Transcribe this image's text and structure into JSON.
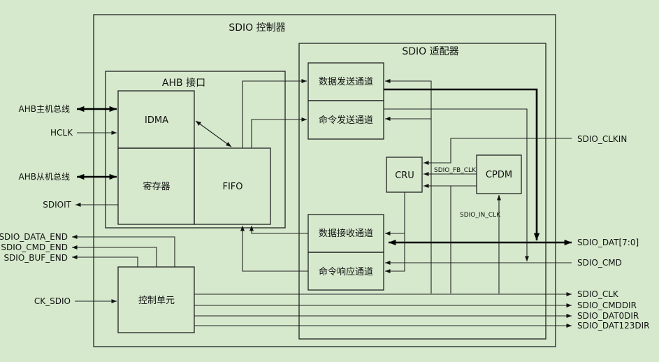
{
  "controller": {
    "title": "SDIO 控制器"
  },
  "adapter": {
    "title": "SDIO 适配器"
  },
  "ahb": {
    "title": "AHB 接口",
    "idma": "IDMA",
    "register": "寄存器",
    "fifo": "FIFO"
  },
  "channels": {
    "data_tx": "数据发送通道",
    "cmd_tx": "命令发送通道",
    "data_rx": "数据接收通道",
    "cmd_rsp": "命令响应通道"
  },
  "cru": "CRU",
  "cpdm": "CPDM",
  "control_unit": "控制单元",
  "internal_signals": {
    "fb_clk": "SDIO_FB_CLK",
    "in_clk": "SDIO_IN_CLK"
  },
  "left_signals": {
    "ahb_master_bus": "AHB主机总线",
    "hclk": "HCLK",
    "ahb_slave_bus": "AHB从机总线",
    "sdioit": "SDIOIT",
    "data_end": "SDIO_DATA_END",
    "cmd_end": "SDIO_CMD_END",
    "buf_end": "SDIO_BUF_END",
    "ck_sdio": "CK_SDIO"
  },
  "right_signals": {
    "clkin": "SDIO_CLKIN",
    "dat": "SDIO_DAT[7:0]",
    "cmd": "SDIO_CMD",
    "clk": "SDIO_CLK",
    "cmddir": "SDIO_CMDDIR",
    "dat0dir": "SDIO_DAT0DIR",
    "dat123dir": "SDIO_DAT123DIR"
  }
}
